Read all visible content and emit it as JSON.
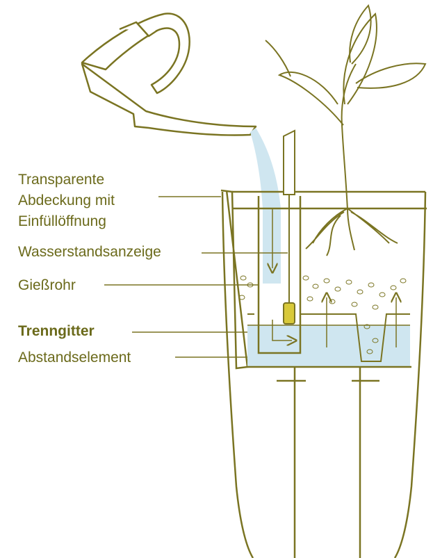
{
  "colors": {
    "outline": "#7a7422",
    "water": "#cfe6f0",
    "indicator": "#d8c93a",
    "text": "#6b6a1b"
  },
  "labels": {
    "cover_lines": [
      "Transparente",
      "Abdeckung mit",
      "Einfüllöffnung"
    ],
    "water_level_indicator": "Wasserstandsanzeige",
    "fill_tube": "Gießrohr",
    "separating_grid": "Trenngitter",
    "spacer_element": "Abstandselement"
  },
  "icons": [
    "watering-can-icon",
    "plant-icon",
    "arrow-down-icon",
    "arrow-up-icon"
  ]
}
